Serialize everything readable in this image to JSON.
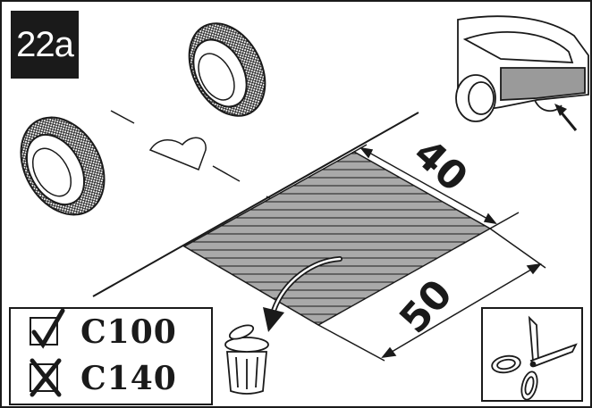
{
  "step": {
    "label": "22a"
  },
  "dimensions": {
    "width_label": "40",
    "length_label": "50"
  },
  "legend": {
    "rows": [
      {
        "mark": "checkbox-checked",
        "label": "C100"
      },
      {
        "mark": "checkbox-crossed",
        "label": "C140"
      }
    ]
  },
  "icons": [
    "wheel-icon",
    "car-rear-icon",
    "pointer-arrow-icon",
    "trash-bin-icon",
    "scissors-icon",
    "checkbox-checked-icon",
    "checkbox-crossed-icon",
    "curved-arrow-icon"
  ],
  "colors": {
    "ink": "#1a1a1a",
    "hatch_fill": "#a9a9a9",
    "background": "#ffffff"
  }
}
